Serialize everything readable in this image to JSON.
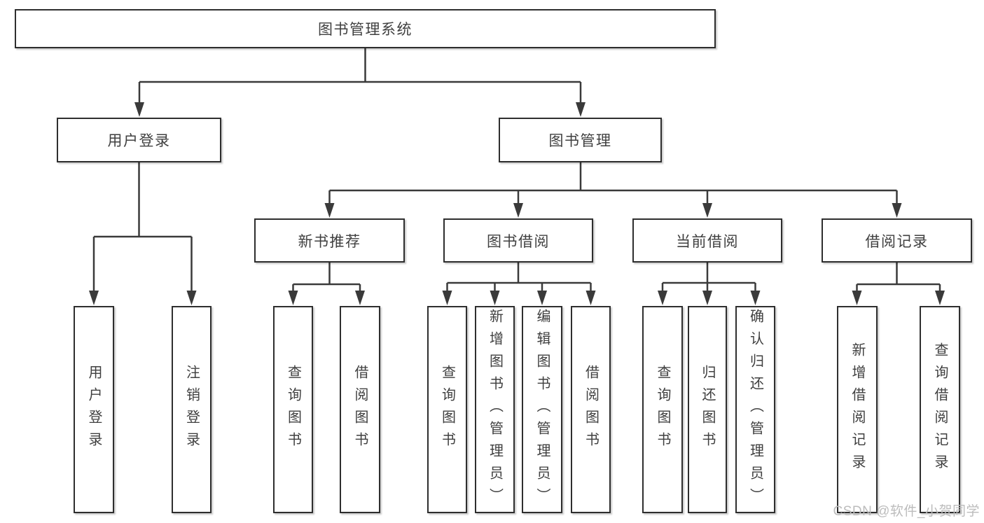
{
  "hierarchy": {
    "root": {
      "label": "图书管理系统",
      "children": [
        {
          "label": "用户登录",
          "children": [
            {
              "label": "用户登录"
            },
            {
              "label": "注销登录"
            }
          ]
        },
        {
          "label": "图书管理",
          "children": [
            {
              "label": "新书推荐",
              "children": [
                {
                  "label": "查询图书"
                },
                {
                  "label": "借阅图书"
                }
              ]
            },
            {
              "label": "图书借阅",
              "children": [
                {
                  "label": "查询图书"
                },
                {
                  "label": "新增图书（管理员）"
                },
                {
                  "label": "编辑图书（管理员）"
                },
                {
                  "label": "借阅图书"
                }
              ]
            },
            {
              "label": "当前借阅",
              "children": [
                {
                  "label": "查询图书"
                },
                {
                  "label": "归还图书"
                },
                {
                  "label": "确认归还（管理员）"
                }
              ]
            },
            {
              "label": "借阅记录",
              "children": [
                {
                  "label": "新增借阅记录"
                },
                {
                  "label": "查询借阅记录"
                }
              ]
            }
          ]
        }
      ]
    }
  },
  "watermark": {
    "text": "CSDN @软件_小贺同学"
  },
  "colors": {
    "line_color": "#3a3a3a",
    "box_border_color": "#2e2e2e",
    "text_color": "#3f3f3f",
    "watermark_color": "#bcbcbc",
    "background": "#ffffff"
  }
}
